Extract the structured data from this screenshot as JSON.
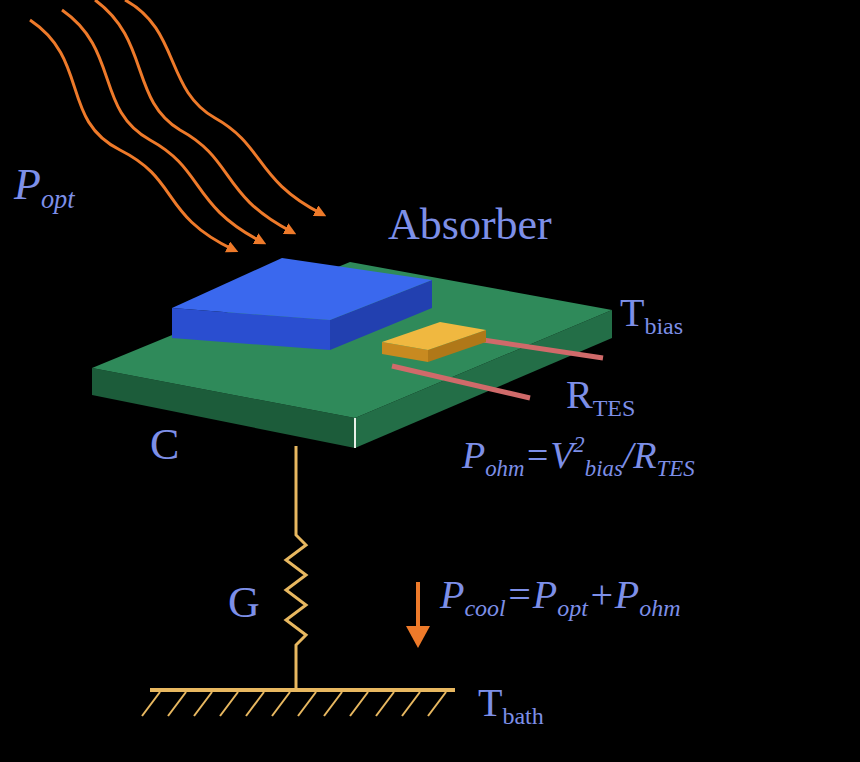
{
  "diagram": {
    "labels": [
      "Popt",
      "Absorber",
      "Tbias",
      "RTES",
      "C",
      "Pohm=V2bias/RTES",
      "G",
      "Pcool=Popt+Pohm",
      "Tbath"
    ]
  }
}
